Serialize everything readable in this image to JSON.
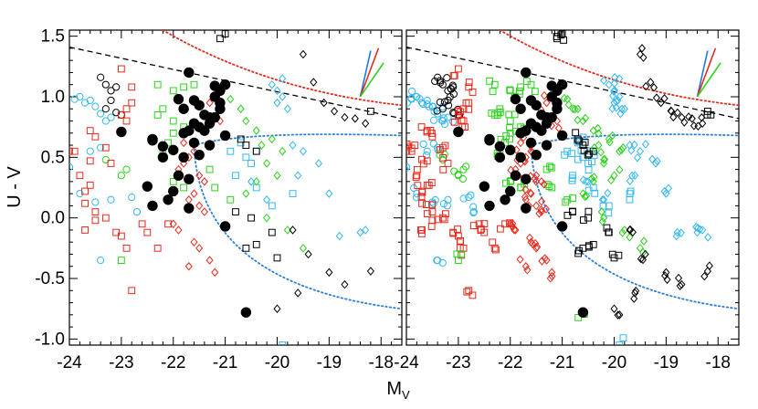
{
  "chart_data": {
    "type": "scatter",
    "layout": "two side-by-side panels sharing the y axis",
    "xlabel": "M",
    "xlabel_subscript": "V",
    "ylabel": "U - V",
    "xlim": [
      -24,
      -17.6
    ],
    "ylim": [
      -1.05,
      1.55
    ],
    "x_ticks": [
      -24,
      -23,
      -22,
      -21,
      -20,
      -19,
      -18
    ],
    "x_tick_labels": [
      "-24",
      "-23",
      "-22",
      "-21",
      "-20",
      "-19",
      "-18"
    ],
    "y_ticks": [
      -1.0,
      -0.5,
      0.0,
      0.5,
      1.0,
      1.5
    ],
    "y_tick_labels": [
      "-1.0",
      "-0.5",
      "0.0",
      "0.5",
      "1.0",
      "1.5"
    ],
    "grid": false,
    "colors": {
      "red": "#e8291c",
      "green": "#2bd21b",
      "cyan": "#35b8f0",
      "black": "#000000",
      "boundary_curve": "#e8291c",
      "lower_curve": "#2b7fd9",
      "dashed_line": "#000000",
      "vector_red": "#e8291c",
      "vector_blue": "#1f78e6",
      "vector_green": "#2bd21b"
    },
    "reference_lines": [
      {
        "style": "dashed",
        "color": "black",
        "from": [
          -24,
          1.41
        ],
        "to": [
          -17.6,
          0.82
        ]
      },
      {
        "style": "dotted",
        "color": "red",
        "shape": "decreasing curve",
        "from": [
          -22.2,
          1.55
        ],
        "to": [
          -17.6,
          0.93
        ]
      },
      {
        "style": "dotted",
        "color": "blue",
        "shape": "upper branch",
        "from": [
          -21.6,
          0.6
        ],
        "to": [
          -17.6,
          0.68
        ]
      },
      {
        "style": "dotted",
        "color": "blue",
        "shape": "lower branch",
        "from": [
          -21.6,
          0.32
        ],
        "to": [
          -17.6,
          -0.75
        ]
      }
    ],
    "vectors": {
      "origin": [
        -18.4,
        1.0
      ],
      "ends": [
        {
          "color": "blue",
          "to": [
            -18.2,
            1.38
          ]
        },
        {
          "color": "red",
          "to": [
            -18.05,
            1.4
          ]
        },
        {
          "color": "green",
          "to": [
            -17.95,
            1.28
          ]
        }
      ]
    },
    "filled_points": [
      [
        -23.0,
        0.71
      ],
      [
        -22.4,
        0.65
      ],
      [
        -22.4,
        0.64
      ],
      [
        -22.2,
        0.5
      ],
      [
        -22.5,
        0.26
      ],
      [
        -22.4,
        0.1
      ],
      [
        -21.9,
        0.98
      ],
      [
        -21.8,
        0.9
      ],
      [
        -21.7,
        1.2
      ],
      [
        -21.6,
        0.97
      ],
      [
        -21.5,
        0.93
      ],
      [
        -21.4,
        0.85
      ],
      [
        -21.3,
        0.83
      ],
      [
        -21.2,
        1.0
      ],
      [
        -21.1,
        0.9
      ],
      [
        -21.6,
        0.78
      ],
      [
        -21.5,
        0.75
      ],
      [
        -21.3,
        0.78
      ],
      [
        -21.2,
        0.83
      ],
      [
        -21.4,
        0.72
      ],
      [
        -21.7,
        0.72
      ],
      [
        -21.8,
        0.7
      ],
      [
        -21.6,
        0.62
      ],
      [
        -21.3,
        0.6
      ],
      [
        -21.0,
        0.68
      ],
      [
        -22.2,
        0.59
      ],
      [
        -22.0,
        0.56
      ],
      [
        -21.8,
        0.5
      ],
      [
        -21.5,
        0.52
      ],
      [
        -21.9,
        0.35
      ],
      [
        -21.7,
        0.32
      ],
      [
        -22.0,
        0.22
      ],
      [
        -22.1,
        0.15
      ],
      [
        -21.7,
        0.08
      ],
      [
        -21.1,
        1.05
      ],
      [
        -21.0,
        1.1
      ],
      [
        -21.2,
        1.09
      ],
      [
        -21.1,
        0.95
      ],
      [
        -21.0,
        -0.07
      ],
      [
        -20.6,
        -0.78
      ]
    ],
    "series": [
      {
        "marker": "circle",
        "color": "cyan",
        "fill": "none",
        "points": [
          [
            -23.9,
            0.98
          ],
          [
            -23.8,
            1.0
          ],
          [
            -23.7,
            0.95
          ],
          [
            -23.6,
            0.97
          ],
          [
            -23.5,
            0.92
          ],
          [
            -23.4,
            0.86
          ],
          [
            -23.2,
            0.83
          ],
          [
            -23.3,
            0.8
          ],
          [
            -23.6,
            0.55
          ],
          [
            -23.4,
            0.58
          ],
          [
            -24.0,
            0.42
          ],
          [
            -23.8,
            0.2
          ],
          [
            -23.5,
            0.13
          ],
          [
            -23.2,
            0.15
          ],
          [
            -22.8,
            0.17
          ],
          [
            -23.4,
            -0.35
          ],
          [
            -22.7,
            0.05
          ]
        ]
      },
      {
        "marker": "circle",
        "color": "black",
        "fill": "none",
        "points": [
          [
            -23.4,
            1.16
          ],
          [
            -23.3,
            1.1
          ],
          [
            -23.2,
            1.05
          ],
          [
            -23.1,
            1.08
          ],
          [
            -23.2,
            0.97
          ],
          [
            -23.3,
            0.9
          ],
          [
            -23.1,
            0.87
          ],
          [
            -23.0,
            0.85
          ]
        ]
      },
      {
        "marker": "circle",
        "color": "green",
        "fill": "none",
        "points": [
          [
            -23.0,
            0.35
          ],
          [
            -22.9,
            0.4
          ],
          [
            -23.3,
            0.48
          ]
        ]
      },
      {
        "marker": "square",
        "color": "red",
        "fill": "none",
        "points": [
          [
            -23.0,
            1.23
          ],
          [
            -22.8,
            1.08
          ],
          [
            -22.8,
            0.95
          ],
          [
            -22.9,
            0.9
          ],
          [
            -23.0,
            0.85
          ],
          [
            -22.9,
            0.8
          ],
          [
            -23.6,
            0.72
          ],
          [
            -23.5,
            0.67
          ],
          [
            -23.3,
            0.58
          ],
          [
            -23.2,
            0.45
          ],
          [
            -23.6,
            0.47
          ],
          [
            -23.8,
            0.35
          ],
          [
            -23.7,
            0.22
          ],
          [
            -23.6,
            0.27
          ],
          [
            -23.7,
            0.12
          ],
          [
            -23.9,
            0.55
          ],
          [
            -24.0,
            0.55
          ],
          [
            -23.5,
            -0.02
          ],
          [
            -23.3,
            0.0
          ],
          [
            -23.1,
            -0.12
          ],
          [
            -23.5,
            0.05
          ],
          [
            -23.0,
            -0.15
          ],
          [
            -22.9,
            -0.25
          ],
          [
            -22.6,
            -0.05
          ],
          [
            -22.5,
            -0.12
          ],
          [
            -22.3,
            -0.25
          ],
          [
            -22.8,
            -0.6
          ],
          [
            -22.1,
            -0.05
          ],
          [
            -23.7,
            -0.1
          ]
        ]
      },
      {
        "marker": "square",
        "color": "green",
        "fill": "none",
        "points": [
          [
            -22.3,
            1.1
          ],
          [
            -22.0,
            1.05
          ],
          [
            -21.8,
            1.08
          ],
          [
            -21.6,
            1.1
          ],
          [
            -22.2,
            0.9
          ],
          [
            -22.3,
            0.85
          ],
          [
            -22.0,
            0.8
          ],
          [
            -21.8,
            0.75
          ],
          [
            -22.1,
            0.62
          ],
          [
            -22.2,
            0.55
          ],
          [
            -21.3,
            0.4
          ],
          [
            -21.2,
            0.25
          ],
          [
            -20.9,
            0.15
          ],
          [
            -22.0,
            0.3
          ],
          [
            -21.8,
            0.25
          ],
          [
            -20.6,
            -0.78
          ],
          [
            -23.0,
            -0.35
          ],
          [
            -22.0,
            0.7
          ]
        ]
      },
      {
        "marker": "square",
        "color": "cyan",
        "fill": "none",
        "points": [
          [
            -20.9,
            0.55
          ],
          [
            -20.6,
            0.5
          ],
          [
            -20.5,
            0.45
          ],
          [
            -20.8,
            0.35
          ],
          [
            -20.4,
            0.55
          ],
          [
            -19.7,
            0.2
          ],
          [
            -20.1,
            0.1
          ],
          [
            -20.4,
            0.25
          ],
          [
            -20.7,
            0.62
          ],
          [
            -19.9,
            -1.05
          ]
        ]
      },
      {
        "marker": "square",
        "color": "black",
        "fill": "none",
        "points": [
          [
            -21.1,
            1.48
          ],
          [
            -21.0,
            1.52
          ],
          [
            -20.7,
            0.65
          ],
          [
            -20.6,
            0.6
          ],
          [
            -20.4,
            0.55
          ],
          [
            -20.8,
            0.05
          ],
          [
            -20.5,
            0.0
          ],
          [
            -20.6,
            -0.25
          ],
          [
            -20.4,
            -0.22
          ],
          [
            -20.1,
            -0.12
          ],
          [
            -20.0,
            -0.33
          ],
          [
            -18.2,
            0.88
          ]
        ]
      },
      {
        "marker": "diamond",
        "color": "red",
        "fill": "none",
        "points": [
          [
            -21.6,
            0.55
          ],
          [
            -21.7,
            0.5
          ],
          [
            -21.8,
            0.45
          ],
          [
            -21.9,
            0.4
          ],
          [
            -21.5,
            0.35
          ],
          [
            -21.4,
            0.3
          ],
          [
            -21.6,
            0.2
          ],
          [
            -21.7,
            0.15
          ],
          [
            -21.5,
            0.1
          ],
          [
            -21.4,
            0.05
          ],
          [
            -21.6,
            -0.2
          ],
          [
            -21.5,
            -0.25
          ],
          [
            -21.3,
            -0.35
          ],
          [
            -21.2,
            -0.45
          ],
          [
            -21.7,
            -0.4
          ],
          [
            -21.9,
            -0.1
          ],
          [
            -22.0,
            -0.05
          ],
          [
            -21.8,
            0.62
          ],
          [
            -21.1,
            0.8
          ],
          [
            -21.3,
            0.95
          ]
        ]
      },
      {
        "marker": "diamond",
        "color": "green",
        "fill": "none",
        "points": [
          [
            -20.9,
            0.98
          ],
          [
            -20.7,
            0.9
          ],
          [
            -20.6,
            0.8
          ],
          [
            -20.4,
            0.72
          ],
          [
            -20.3,
            0.6
          ],
          [
            -20.2,
            0.45
          ],
          [
            -20.0,
            0.35
          ],
          [
            -20.6,
            0.2
          ],
          [
            -20.2,
            0.0
          ],
          [
            -19.8,
            -0.1
          ],
          [
            -19.5,
            -0.25
          ],
          [
            -20.4,
            0.3
          ],
          [
            -20.1,
            0.65
          ],
          [
            -19.9,
            0.55
          ]
        ]
      },
      {
        "marker": "diamond",
        "color": "cyan",
        "fill": "none",
        "points": [
          [
            -20.1,
            1.1
          ],
          [
            -20.0,
            1.05
          ],
          [
            -19.9,
            1.0
          ],
          [
            -19.8,
            0.9
          ],
          [
            -20.0,
            0.95
          ],
          [
            -19.9,
            1.15
          ],
          [
            -20.5,
            0.3
          ],
          [
            -20.2,
            0.15
          ],
          [
            -19.7,
            0.6
          ],
          [
            -19.6,
            0.35
          ],
          [
            -19.2,
            0.45
          ],
          [
            -19.0,
            0.2
          ],
          [
            -18.8,
            -0.15
          ],
          [
            -18.4,
            -0.12
          ],
          [
            -18.3,
            -0.1
          ],
          [
            -19.5,
            0.55
          ]
        ]
      },
      {
        "marker": "diamond",
        "color": "black",
        "fill": "none",
        "points": [
          [
            -19.5,
            1.35
          ],
          [
            -19.3,
            1.12
          ],
          [
            -19.1,
            0.95
          ],
          [
            -18.9,
            0.88
          ],
          [
            -18.7,
            0.83
          ],
          [
            -18.5,
            0.82
          ],
          [
            -18.3,
            0.78
          ],
          [
            -19.7,
            -0.1
          ],
          [
            -19.4,
            -0.3
          ],
          [
            -19.0,
            -0.45
          ],
          [
            -18.7,
            -0.55
          ],
          [
            -18.2,
            -0.44
          ],
          [
            -20.0,
            -0.75
          ],
          [
            -19.6,
            -0.62
          ]
        ]
      }
    ]
  }
}
